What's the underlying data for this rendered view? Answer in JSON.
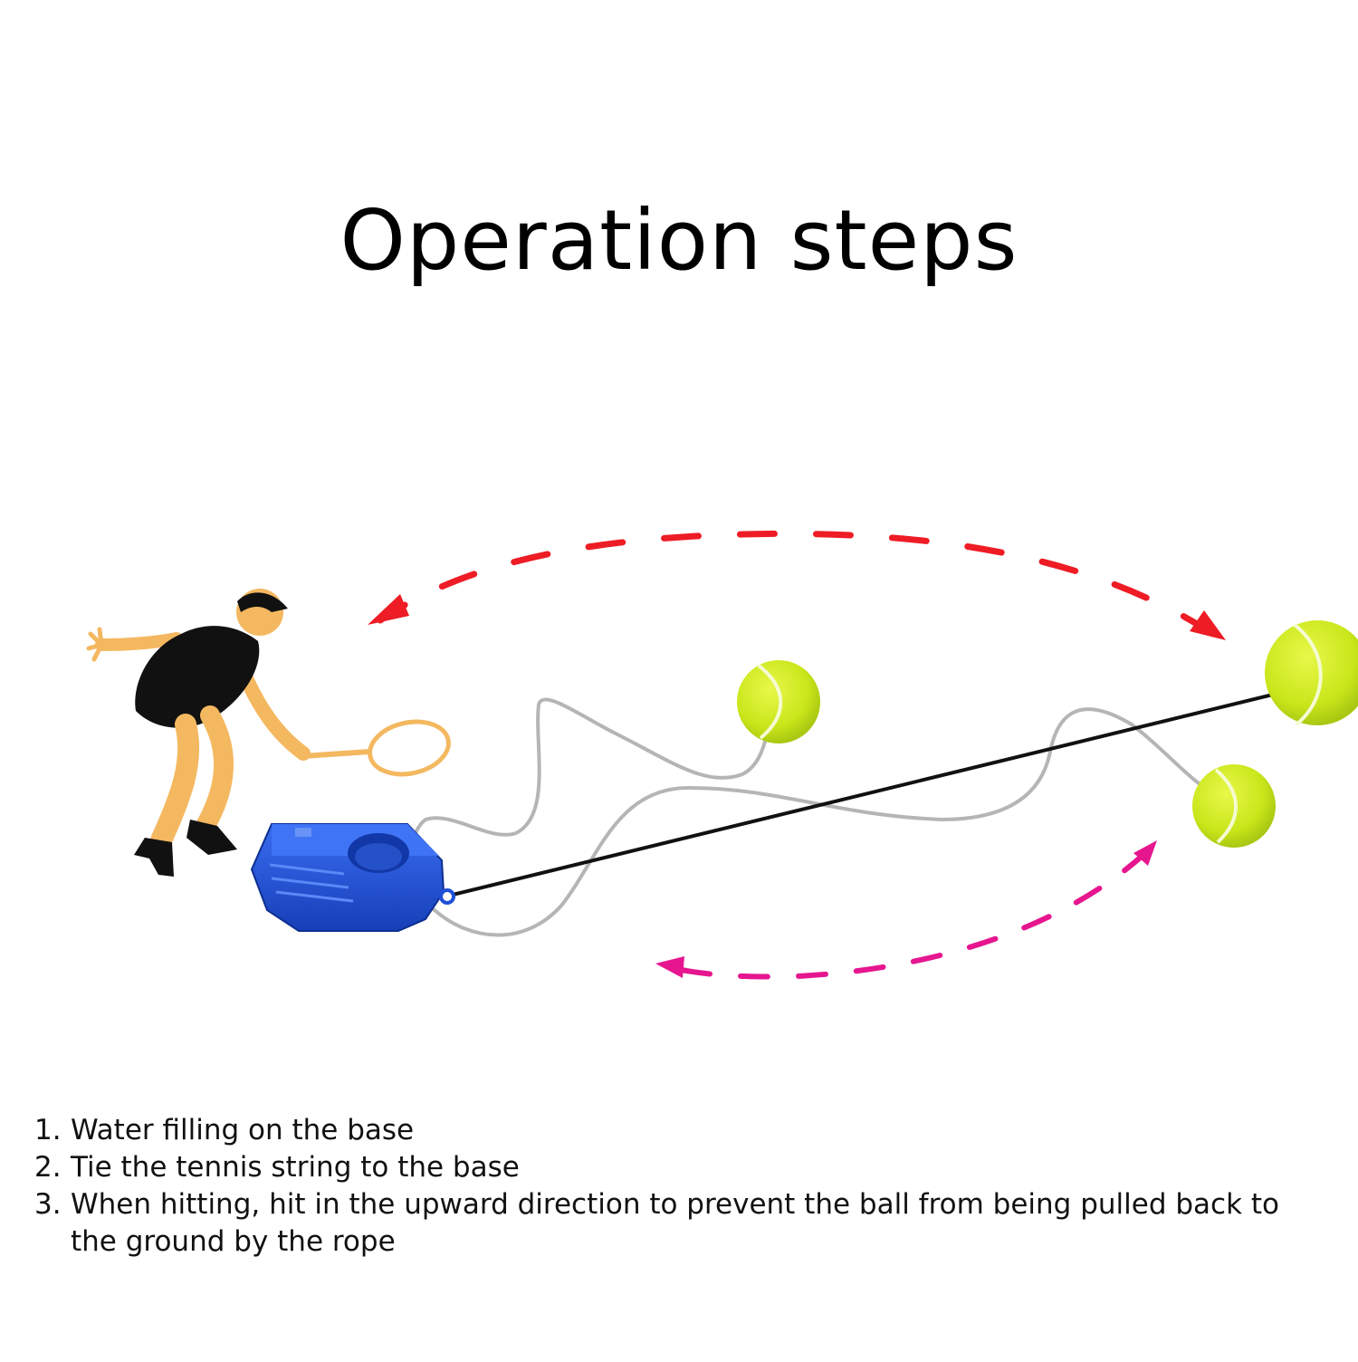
{
  "title": "Operation steps",
  "illustration": {
    "player": "tennis-player-icon",
    "base": "training-base-icon",
    "balls": [
      "tennis-ball-icon",
      "tennis-ball-icon",
      "tennis-ball-icon"
    ],
    "colors": {
      "arrow_top": "#ee1c25",
      "arrow_bottom": "#e6168f",
      "ball": "#c9e61a",
      "base": "#1f4fd6",
      "skin": "#f4b860",
      "outfit": "#111111",
      "rope": "#b5b5b5"
    }
  },
  "steps": [
    {
      "num": "1.",
      "text": "Water filling on the base"
    },
    {
      "num": "2.",
      "text": "Tie the tennis string to the base"
    },
    {
      "num": "3.",
      "text": "When hitting, hit in the upward direction to prevent the ball from being pulled back to the ground by the rope"
    }
  ]
}
